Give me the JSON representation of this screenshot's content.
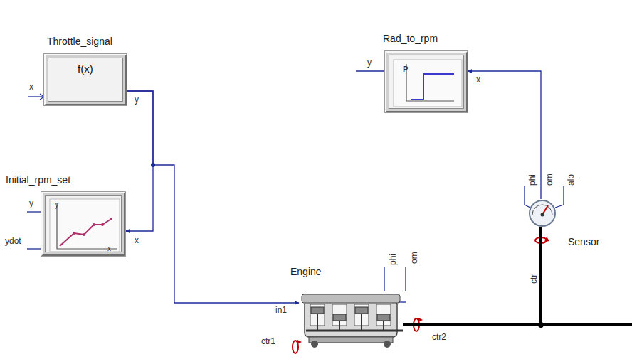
{
  "diagram": {
    "nodes": [
      {
        "text": [
          "Throttle_signal",
          "f(x)"
        ]
      },
      {
        "text": [
          "Rad_to_rpm"
        ]
      },
      {
        "text": [
          "Initial_rpm_set"
        ]
      },
      {
        "text": [
          "Engine"
        ]
      },
      {
        "text": [
          "Sensor"
        ]
      }
    ],
    "edges": [
      {
        "from": 0,
        "to": 2,
        "arrow": "to"
      },
      {
        "from": 0,
        "to": 3,
        "arrow": "to"
      },
      {
        "from": 4,
        "to": 1,
        "arrow": "to"
      },
      {
        "from": 3,
        "to": 4,
        "arrow": "none"
      }
    ],
    "labels": [
      "x",
      "y",
      "y",
      "x",
      "P",
      "y",
      "ydot",
      "x",
      "y",
      "x",
      "in1",
      "phi",
      "om",
      "ctr1",
      "ctr2",
      "phi",
      "om",
      "alp",
      "ctr"
    ]
  }
}
